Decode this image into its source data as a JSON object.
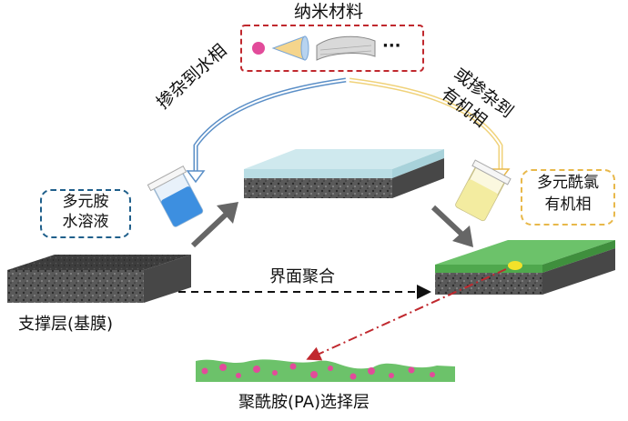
{
  "labels": {
    "nanomaterials": "纳米材料",
    "ellipsis": "···",
    "dope_aqueous": "掺杂到水相",
    "dope_organic_line1": "或掺杂到",
    "dope_organic_line2": "有机相",
    "amine_line1": "多元胺",
    "amine_line2": "水溶液",
    "acyl_line1": "多元酰氯",
    "acyl_line2": "有机相",
    "interfacial_polymerization": "界面聚合",
    "support_layer": "支撑层(基膜)",
    "pa_layer": "聚酰胺(PA)选择层"
  },
  "colors": {
    "nano_box": "#c0282e",
    "amine_box": "#1f5f8b",
    "acyl_box": "#e8b84a",
    "aqueous_arrow": "#5b8fc7",
    "organic_arrow": "#f0d27a",
    "water_layer": "#cfe9ee",
    "pa_green": "#6cc26a",
    "nanoparticle_pink": "#e24b9a",
    "dot_yellow": "#f2e22a",
    "red_dashdot": "#c0282e"
  }
}
